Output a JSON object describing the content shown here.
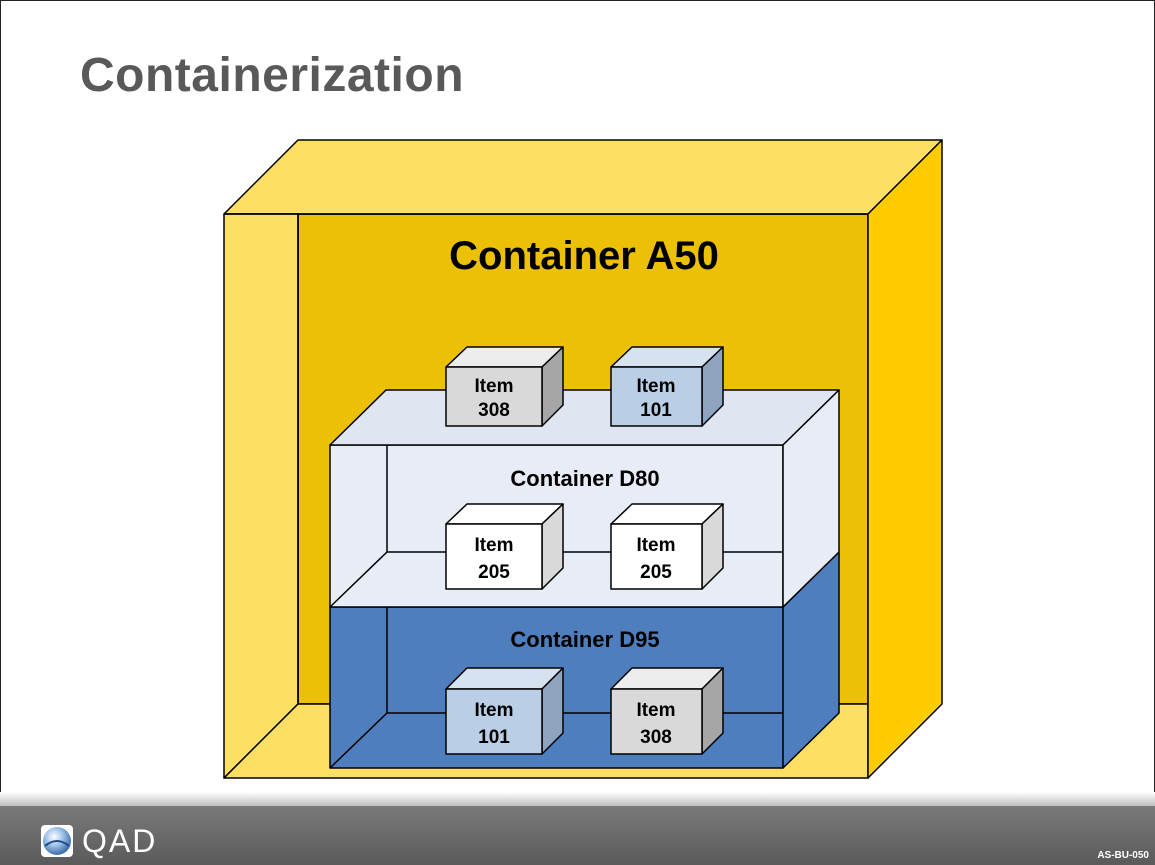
{
  "slide": {
    "title": "Containerization",
    "code": "AS-BU-050"
  },
  "brand": {
    "name": "QAD"
  },
  "containers": {
    "outer": {
      "label": "Container A50"
    },
    "upper": {
      "label": "Container D80"
    },
    "lower": {
      "label": "Container D95"
    }
  },
  "items": {
    "top_left": {
      "word": "Item",
      "number": "308"
    },
    "top_right": {
      "word": "Item",
      "number": "101"
    },
    "mid_left": {
      "word": "Item",
      "number": "205"
    },
    "mid_right": {
      "word": "Item",
      "number": "205"
    },
    "bottom_left": {
      "word": "Item",
      "number": "101"
    },
    "bottom_right": {
      "word": "Item",
      "number": "308"
    }
  },
  "colors": {
    "a50_back": "#ecc005",
    "a50_side": "#fddf64",
    "a50_right": "#ffcc00",
    "d80_front": "#e8ecf6",
    "d95_front": "#4e7ebd",
    "item_gray": "#d9d9d9",
    "item_blue": "#bacfe6",
    "item_white": "#ffffff",
    "footer": "#666666"
  }
}
